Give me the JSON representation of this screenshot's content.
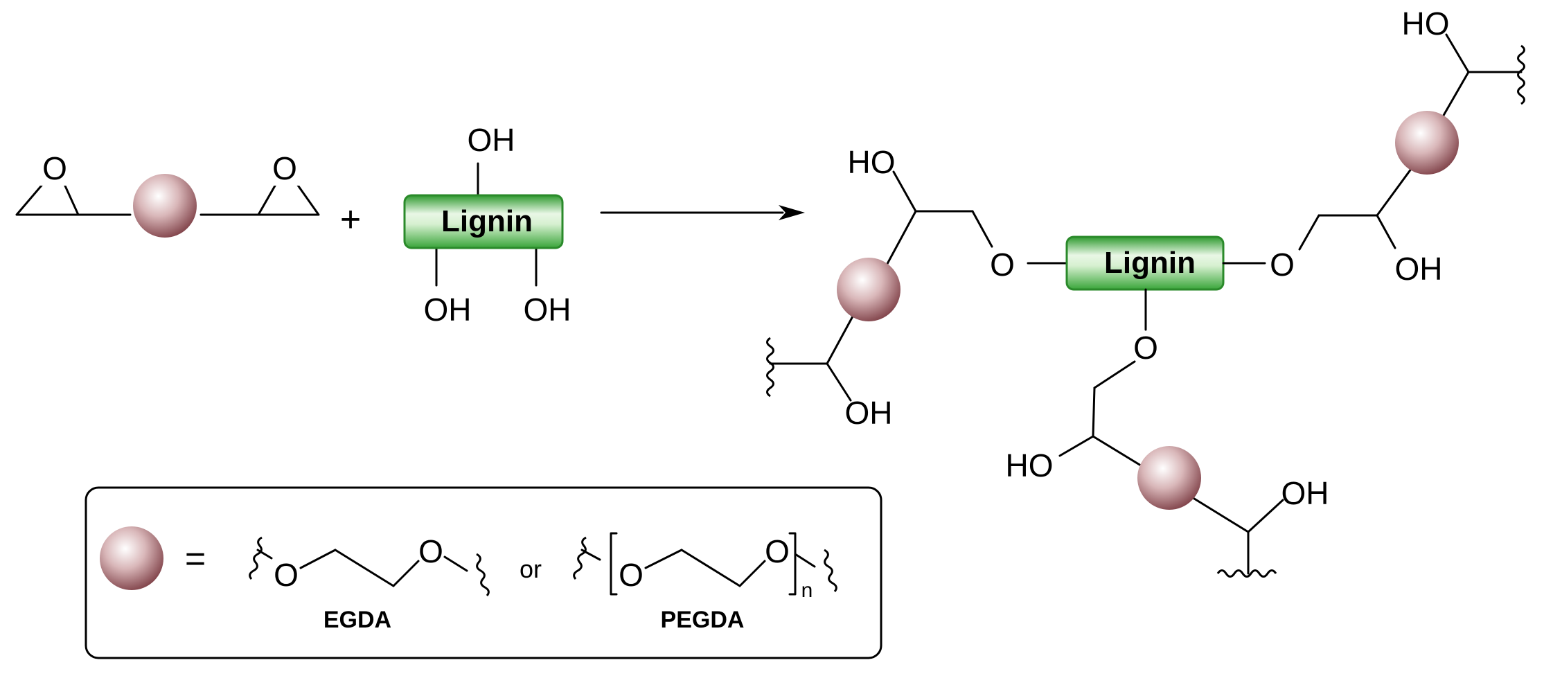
{
  "reagents": {
    "epoxide_oxygen": "O",
    "plus": "+"
  },
  "lignin": {
    "label": "Lignin",
    "hydroxyl": "OH"
  },
  "product": {
    "lignin_label": "Lignin",
    "oxygen": "O",
    "hydroxyl_left": "HO",
    "hydroxyl_right": "OH"
  },
  "legend": {
    "equals": "=",
    "or": "or",
    "oxygen": "O",
    "repeat_index": "n",
    "egda_name": "EGDA",
    "pegda_name": "PEGDA"
  },
  "colors": {
    "lignin_green": "#2e9a2e",
    "sphere": "#8a4a50"
  }
}
